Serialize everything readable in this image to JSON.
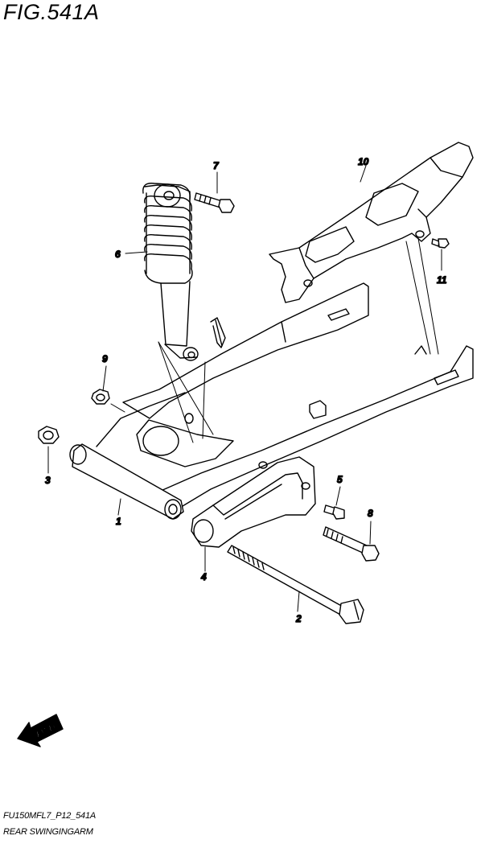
{
  "figure": {
    "title": "FIG.541A",
    "code": "FU150MFL7_P12_541A",
    "name": "REAR SWINGINGARM"
  },
  "direction_marker": "FWD",
  "parts": [
    {
      "ref": "1"
    },
    {
      "ref": "2"
    },
    {
      "ref": "3"
    },
    {
      "ref": "4"
    },
    {
      "ref": "5"
    },
    {
      "ref": "6"
    },
    {
      "ref": "7"
    },
    {
      "ref": "8"
    },
    {
      "ref": "9"
    },
    {
      "ref": "10"
    },
    {
      "ref": "11"
    }
  ]
}
